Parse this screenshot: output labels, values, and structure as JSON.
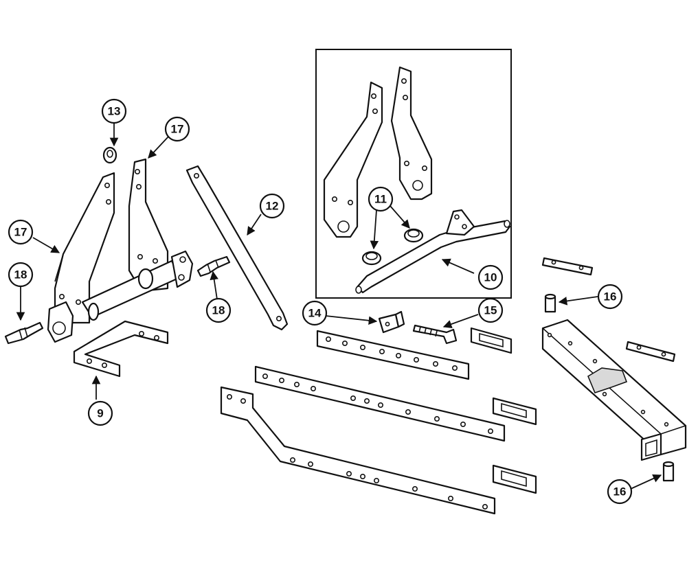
{
  "diagram": {
    "callouts": [
      {
        "id": "c13",
        "label": "13"
      },
      {
        "id": "c17a",
        "label": "17"
      },
      {
        "id": "c17b",
        "label": "17"
      },
      {
        "id": "c18a",
        "label": "18"
      },
      {
        "id": "c18b",
        "label": "18"
      },
      {
        "id": "c12",
        "label": "12"
      },
      {
        "id": "c11",
        "label": "11"
      },
      {
        "id": "c10",
        "label": "10"
      },
      {
        "id": "c9",
        "label": "9"
      },
      {
        "id": "c14",
        "label": "14"
      },
      {
        "id": "c15",
        "label": "15"
      },
      {
        "id": "c16a",
        "label": "16"
      },
      {
        "id": "c16b",
        "label": "16"
      }
    ]
  }
}
